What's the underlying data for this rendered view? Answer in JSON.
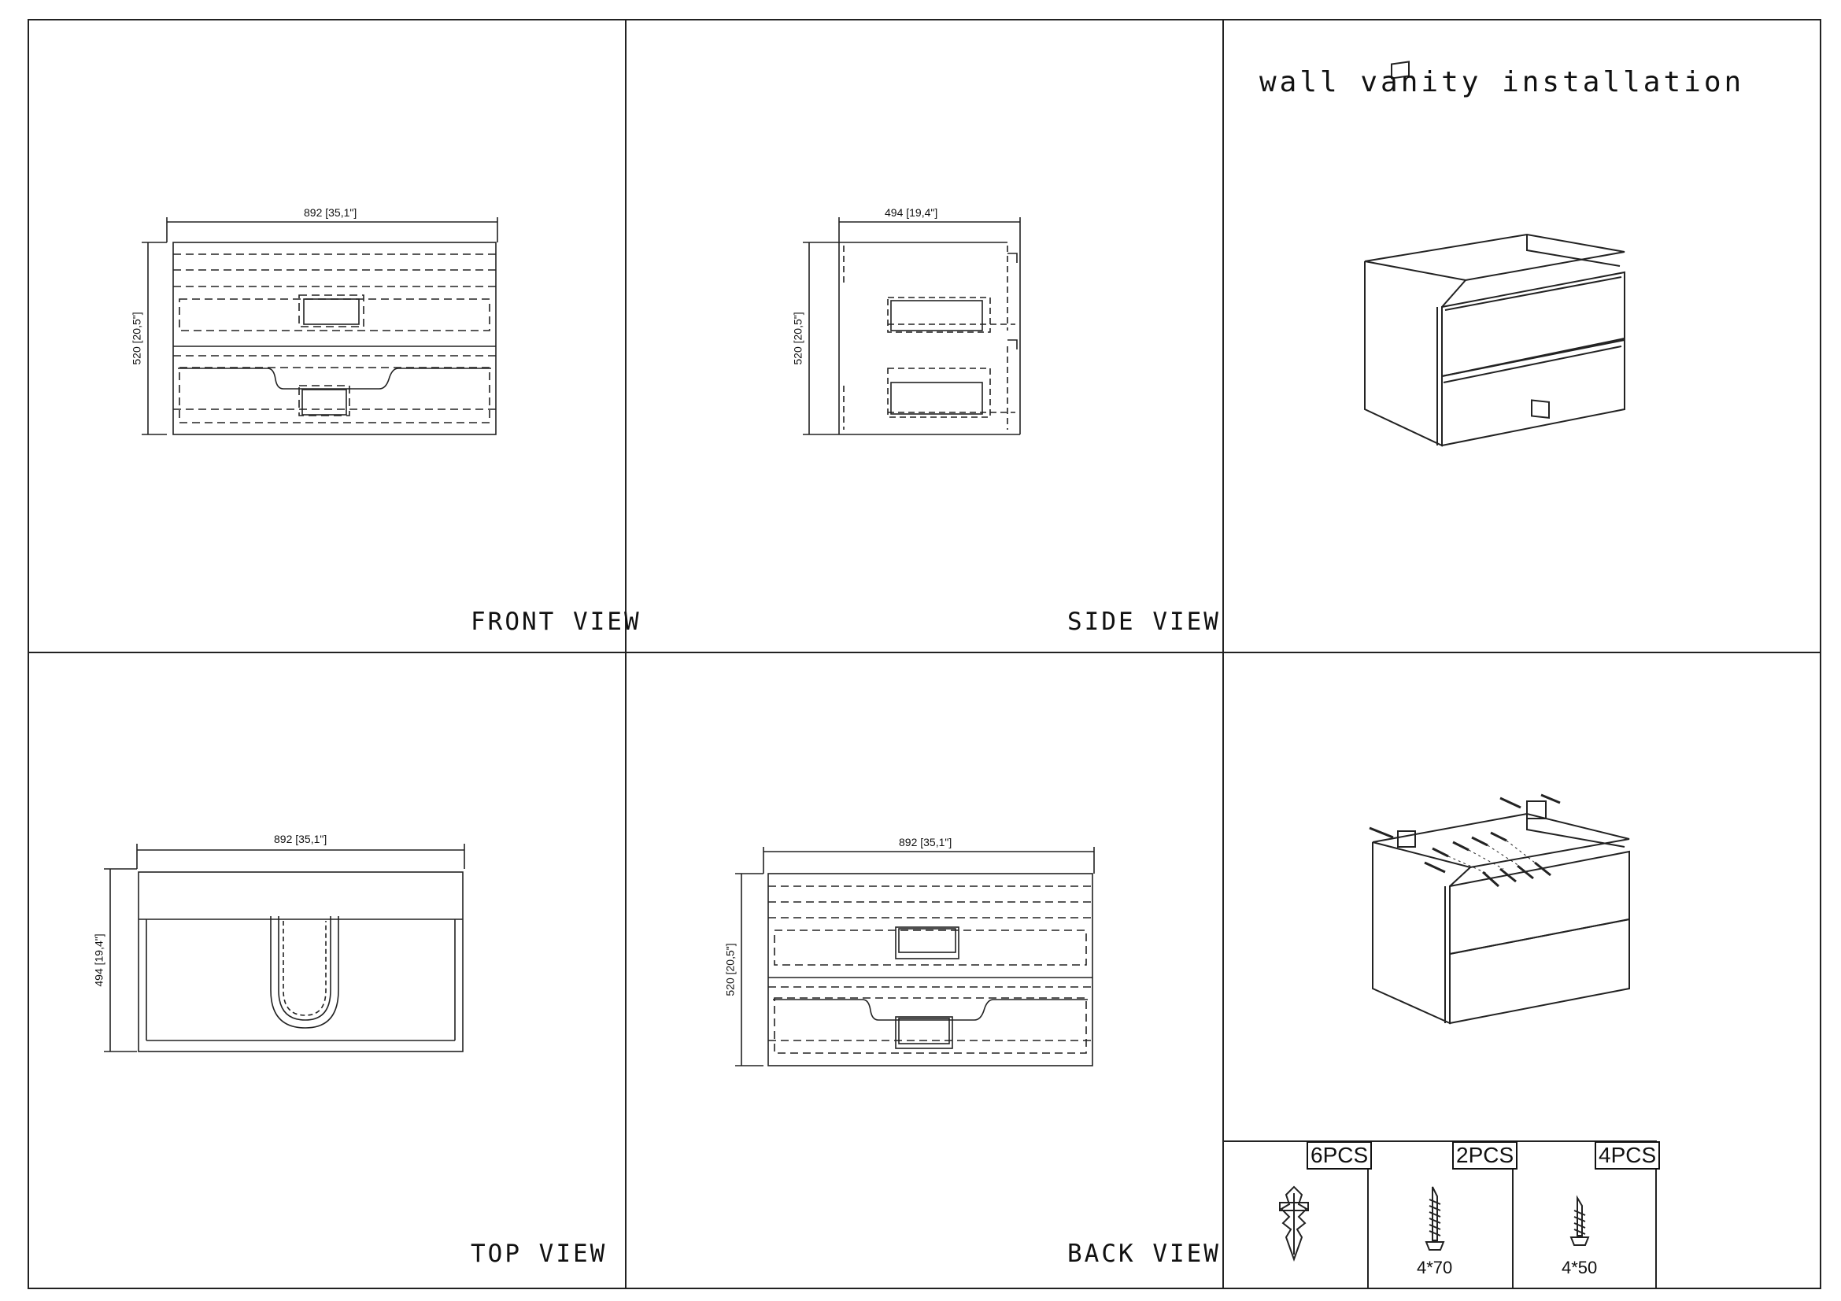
{
  "sheet": {
    "title": "wall vanity installation",
    "views": {
      "front": "FRONT VIEW",
      "side": "SIDE VIEW",
      "top": "TOP VIEW",
      "back": "BACK VIEW"
    },
    "dimensions": {
      "front_width": "892 [35,1\"]",
      "front_height": "520 [20,5\"]",
      "side_depth": "494 [19,4\"]",
      "side_height": "520 [20,5\"]",
      "top_width": "892 [35,1\"]",
      "top_depth": "494 [19,4\"]",
      "back_width": "892 [35,1\"]",
      "back_height": "520 [20,5\"]"
    },
    "hardware": [
      {
        "qty": "6PCS",
        "size": "",
        "icon": "wall-anchor-icon"
      },
      {
        "qty": "2PCS",
        "size": "4*70",
        "icon": "long-screw-icon"
      },
      {
        "qty": "4PCS",
        "size": "4*50",
        "icon": "short-screw-icon"
      }
    ]
  }
}
